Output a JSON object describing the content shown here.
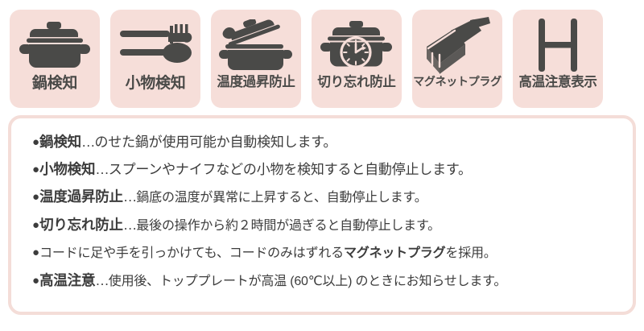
{
  "colors": {
    "card_background": "#f6ded9",
    "icon_fill": "#4a4a48",
    "panel_border": "#f4ddd8",
    "text": "#3c3c3c",
    "page_background": "#ffffff"
  },
  "cards": [
    {
      "label": "鍋検知",
      "icon": "pot-icon",
      "label_size": "lg"
    },
    {
      "label": "小物検知",
      "icon": "spoon-fork-icon",
      "label_size": "lg"
    },
    {
      "label": "温度過昇防止",
      "icon": "pot-overheat-icon",
      "label_size": "md"
    },
    {
      "label": "切り忘れ防止",
      "icon": "pot-timer-icon",
      "label_size": "md"
    },
    {
      "label": "マグネットプラグ",
      "icon": "magnet-plug-icon",
      "label_size": "sm"
    },
    {
      "label": "高温注意表示",
      "icon": "letter-h-icon",
      "label_size": "md"
    }
  ],
  "description": {
    "bullet_glyph": "●",
    "separator": "…",
    "lines": [
      {
        "heading": "鍋検知",
        "body": "のせた鍋が使用可能か自動検知します。"
      },
      {
        "heading": "小物検知",
        "body": "スプーンやナイフなどの小物を検知すると自動停止します。"
      },
      {
        "heading": "温度過昇防止",
        "body": "鍋底の温度が異常に上昇すると、自動停止します。"
      },
      {
        "heading": "切り忘れ防止",
        "body": "最後の操作から約２時間が過ぎると自動停止します。"
      },
      {
        "heading": "",
        "body_pre": "コードに足や手を引っかけても、コードのみはずれる",
        "body_em": "マグネットプラグ",
        "body_post": "を採用。"
      },
      {
        "heading": "高温注意",
        "body": "使用後、トッププレートが高温 (60℃以上) のときにお知らせします。"
      }
    ]
  }
}
